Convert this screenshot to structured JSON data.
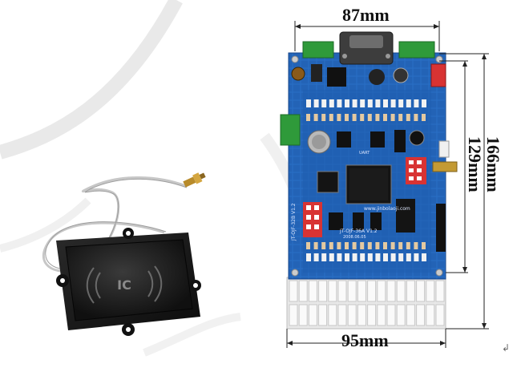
{
  "dimensions": {
    "top_width": "87mm",
    "bottom_width": "95mm",
    "outer_height": "166mm",
    "inner_height": "129mm"
  },
  "reader": {
    "label": "IC"
  },
  "pcb": {
    "silk_url": "www.jinbolaoji.com",
    "model_top": "JT-OJF-36A V1.2",
    "date": "2008.06.05",
    "model_side": "JT-OJF-32B V1.2",
    "header_label": "UART"
  },
  "misc": {
    "paragraph_mark": "↲"
  },
  "colors": {
    "pcb_blue": "#1f5fb0",
    "terminal_green": "#2f9a3a",
    "led_white": "#f2f2f2",
    "dip_red": "#d83333",
    "reader_black": "#151515"
  }
}
